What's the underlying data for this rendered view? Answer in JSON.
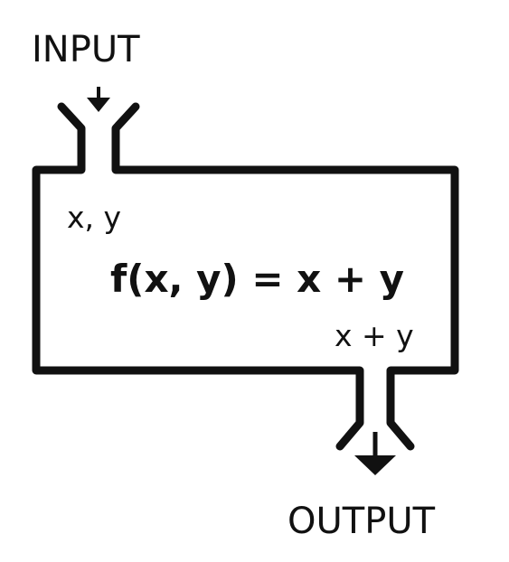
{
  "labels": {
    "input_title": "INPUT",
    "output_title": "OUTPUT",
    "input_vars": "x, y",
    "formula": "f(x, y) = x + y",
    "output_expr": "x + y"
  },
  "colors": {
    "stroke": "#111111",
    "background": "#ffffff"
  }
}
